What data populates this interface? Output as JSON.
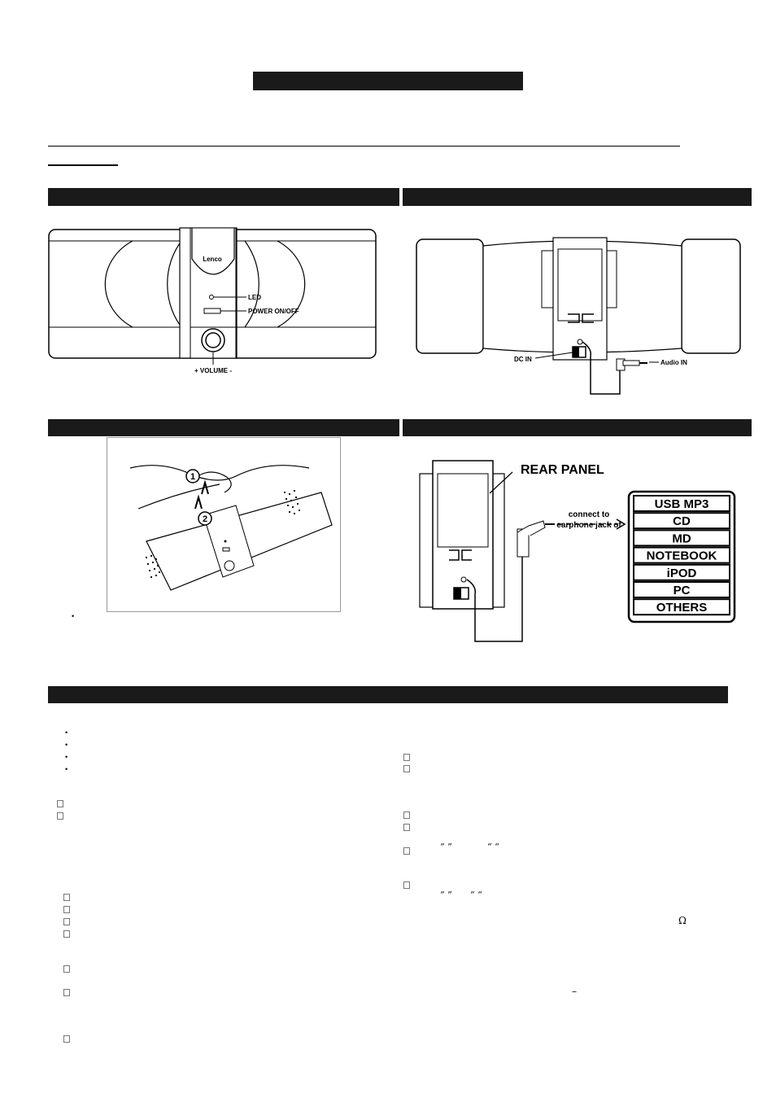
{
  "front_diagram": {
    "brand": "Lenco",
    "led_label": "LED",
    "power_label": "POWER ON/OFF",
    "volume_label": "+ VOLUME -"
  },
  "rear_diagram": {
    "dc_in_label": "DC IN",
    "audio_in_label": "Audio IN"
  },
  "install_diagram": {
    "step_1": "1",
    "step_2": "2"
  },
  "connection_diagram": {
    "panel_label": "REAR PANEL",
    "arrow_label_line1": "connect to",
    "arrow_label_line2": "earphone jack of",
    "devices": [
      "USB MP3",
      "CD",
      "MD",
      "NOTEBOOK",
      "iPOD",
      "PC",
      "OTHERS"
    ]
  },
  "glyphs": {
    "omega": "Ω",
    "dash": "–",
    "quotes_1": "“ ”",
    "quotes_2": "“ “",
    "quotes_3": "“ ”",
    "quotes_4": "“ “"
  }
}
